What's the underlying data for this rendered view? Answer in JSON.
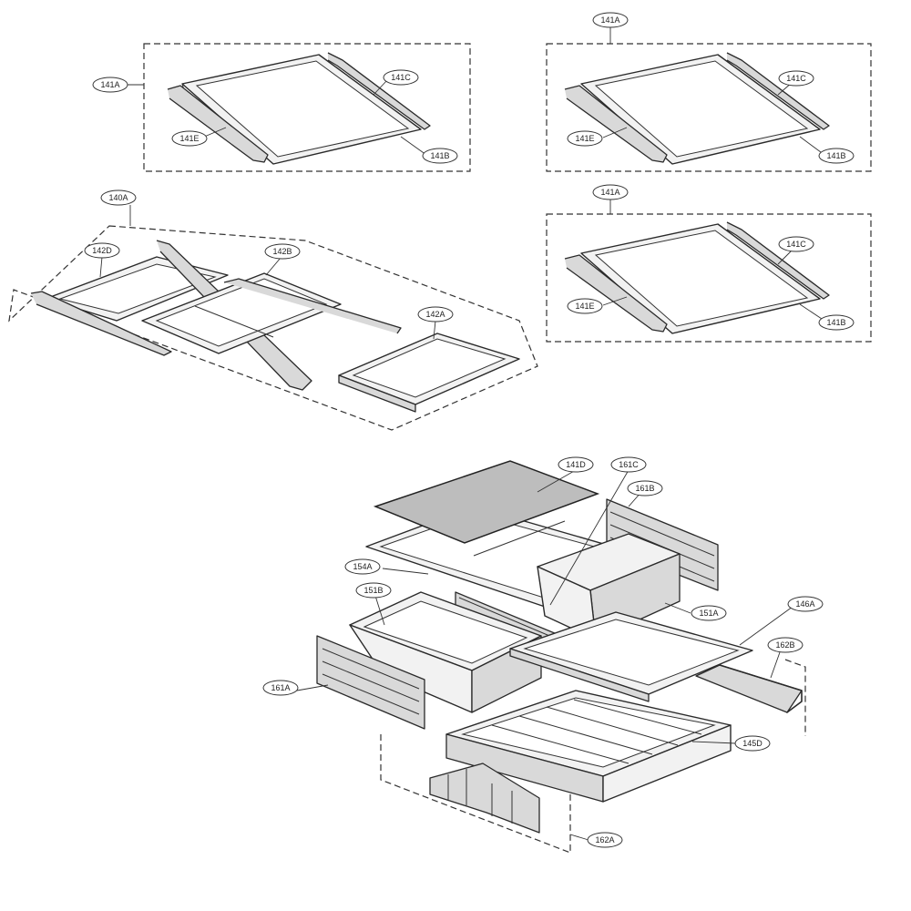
{
  "labels": {
    "g1_141A": "141A",
    "g1_141C": "141C",
    "g1_141E": "141E",
    "g1_141B": "141B",
    "g2_141A": "141A",
    "g2_141C": "141C",
    "g2_141E": "141E",
    "g2_141B": "141B",
    "g3_141A": "141A",
    "g3_141C": "141C",
    "g3_141E": "141E",
    "g3_141B": "141B",
    "g4_140A": "140A",
    "g4_142D": "142D",
    "g4_142B": "142B",
    "g4_142A": "142A",
    "l_141D": "141D",
    "l_161C": "161C",
    "l_161B": "161B",
    "l_154A": "154A",
    "l_151B": "151B",
    "l_151A": "151A",
    "l_146A": "146A",
    "l_162B": "162B",
    "l_161A": "161A",
    "l_145D": "145D",
    "l_162A": "162A"
  },
  "colors": {
    "line": "#2a2a2a",
    "glass": "#bdbdbd",
    "background": "#ffffff"
  }
}
